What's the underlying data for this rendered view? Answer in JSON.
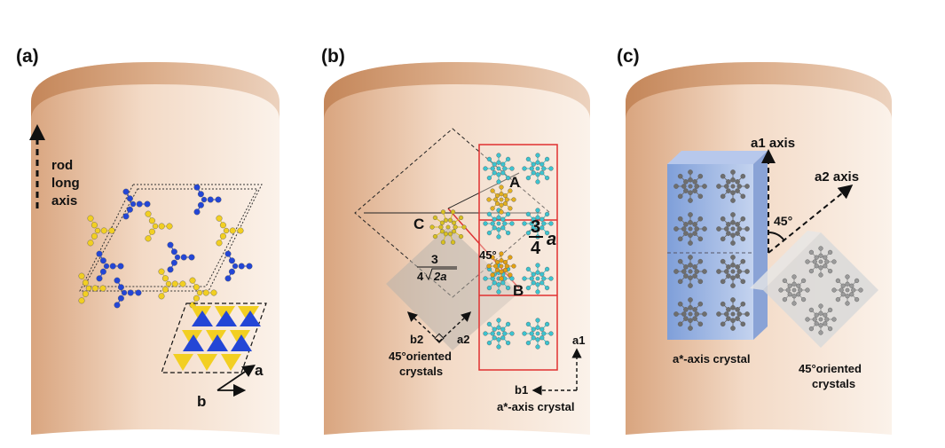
{
  "panels": [
    {
      "label": "(a)",
      "texts": {
        "rod": "rod",
        "long": "long",
        "axis": "axis",
        "a": "a",
        "b": "b"
      }
    },
    {
      "label": "(b)",
      "texts": {
        "A": "A",
        "B": "B",
        "C": "C",
        "frac_num": "3",
        "frac_den": "4",
        "a_sym": "a",
        "sqrt_num": "3",
        "sqrt_den": "4",
        "sqrt_radicand": "2a",
        "angle": "45°",
        "b2": "b2",
        "a2": "a2",
        "a1": "a1",
        "b1": "b1",
        "oriented_line1": "45°oriented",
        "oriented_line2": "crystals",
        "astar": "a*-axis crystal"
      }
    },
    {
      "label": "(c)",
      "texts": {
        "a1axis": "a1 axis",
        "a2axis": "a2 axis",
        "angle": "45°",
        "astar": "a*-axis crystal",
        "oriented_line1": "45°oriented",
        "oriented_line2": "crystals"
      }
    }
  ],
  "colors": {
    "rod_fill": "#eccaae",
    "rod_edge": "#c88a63",
    "yellow_atom": "#f2cf22",
    "blue_atom": "#2346d6",
    "cyan_atom": "#3cc3cf",
    "grid_red": "#e03030",
    "crystal_blue": "#9bb3e0",
    "crystal_gray": "#c9c9c9"
  }
}
